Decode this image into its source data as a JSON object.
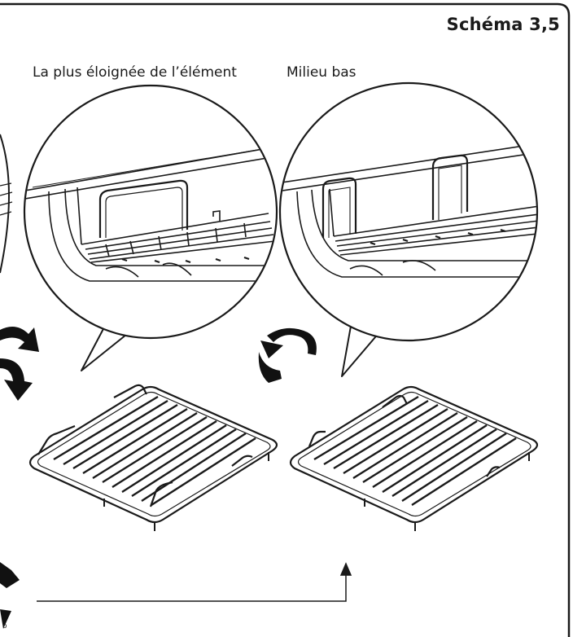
{
  "title": "Schéma 3,5",
  "panels": [
    {
      "caption": "La plus éloignée de l’élément"
    },
    {
      "caption": "Milieu bas"
    }
  ],
  "corner_mark": "o",
  "colors": {
    "line": "#1a1a1a",
    "fill_light": "#f2f2f2",
    "fill_mid": "#d9d9d9",
    "arrow": "#111111"
  },
  "icons": [
    "rotate-arrow-icon",
    "pointer-arrow-icon"
  ]
}
